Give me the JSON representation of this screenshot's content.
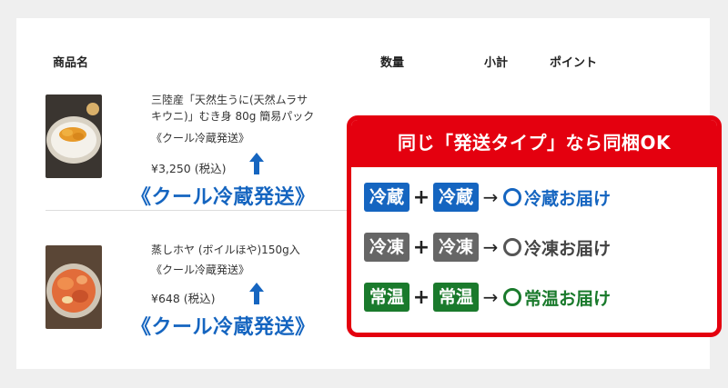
{
  "cart": {
    "headers": {
      "name": "商品名",
      "quantity": "数量",
      "subtotal": "小計",
      "points": "ポイント"
    },
    "items": [
      {
        "name_line1": "三陸産「天然生うに(天然ムラサ",
        "name_line2": "キウニ)」むき身 80g 簡易パック",
        "shipping_small": "《クール冷蔵発送》",
        "price": "¥3,250 (税込)",
        "shipping_big": "《クール冷蔵発送》",
        "image_icon": "sea-urchin-bowl-photo"
      },
      {
        "name_line1": "蒸しホヤ (ボイルほや)150g入",
        "shipping_small": "《クール冷蔵発送》",
        "price": "¥648 (税込)",
        "shipping_big": "《クール冷蔵発送》",
        "image_icon": "steamed-sea-squirt-photo"
      }
    ]
  },
  "callout": {
    "title": "同じ「発送タイプ」なら同梱OK",
    "plus": "+",
    "arrow": "→",
    "rules": [
      {
        "tag": "冷蔵",
        "result": "冷蔵お届け",
        "color": "#1565c0"
      },
      {
        "tag": "冷凍",
        "result": "冷凍お届け",
        "color": "#666666"
      },
      {
        "tag": "常温",
        "result": "常温お届け",
        "color": "#1a7a2c"
      }
    ]
  },
  "colors": {
    "accent_red": "#e4000f",
    "blue": "#1565c0",
    "gray": "#666666",
    "green": "#1a7a2c"
  }
}
